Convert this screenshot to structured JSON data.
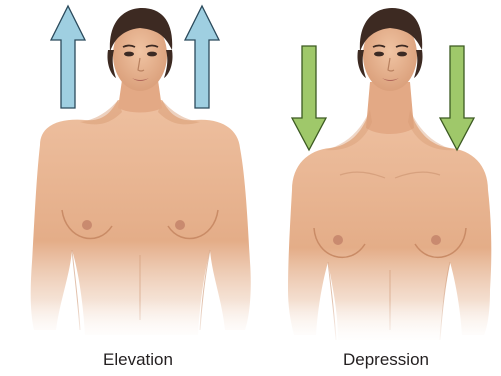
{
  "panels": [
    {
      "label": "Elevation",
      "movement": "up"
    },
    {
      "label": "Depression",
      "movement": "down"
    }
  ],
  "colors": {
    "elevation_arrow": "#9fcfe1",
    "elevation_arrow_stroke": "#2b4a5c",
    "depression_arrow": "#9fc86a",
    "depression_arrow_stroke": "#3c5a22",
    "skin": "#e9b48e",
    "skin_shadow": "#d09672",
    "hair": "#3d2a22",
    "caption_text": "#231f20"
  },
  "icons": [
    "arrow-up-icon",
    "arrow-down-icon"
  ]
}
